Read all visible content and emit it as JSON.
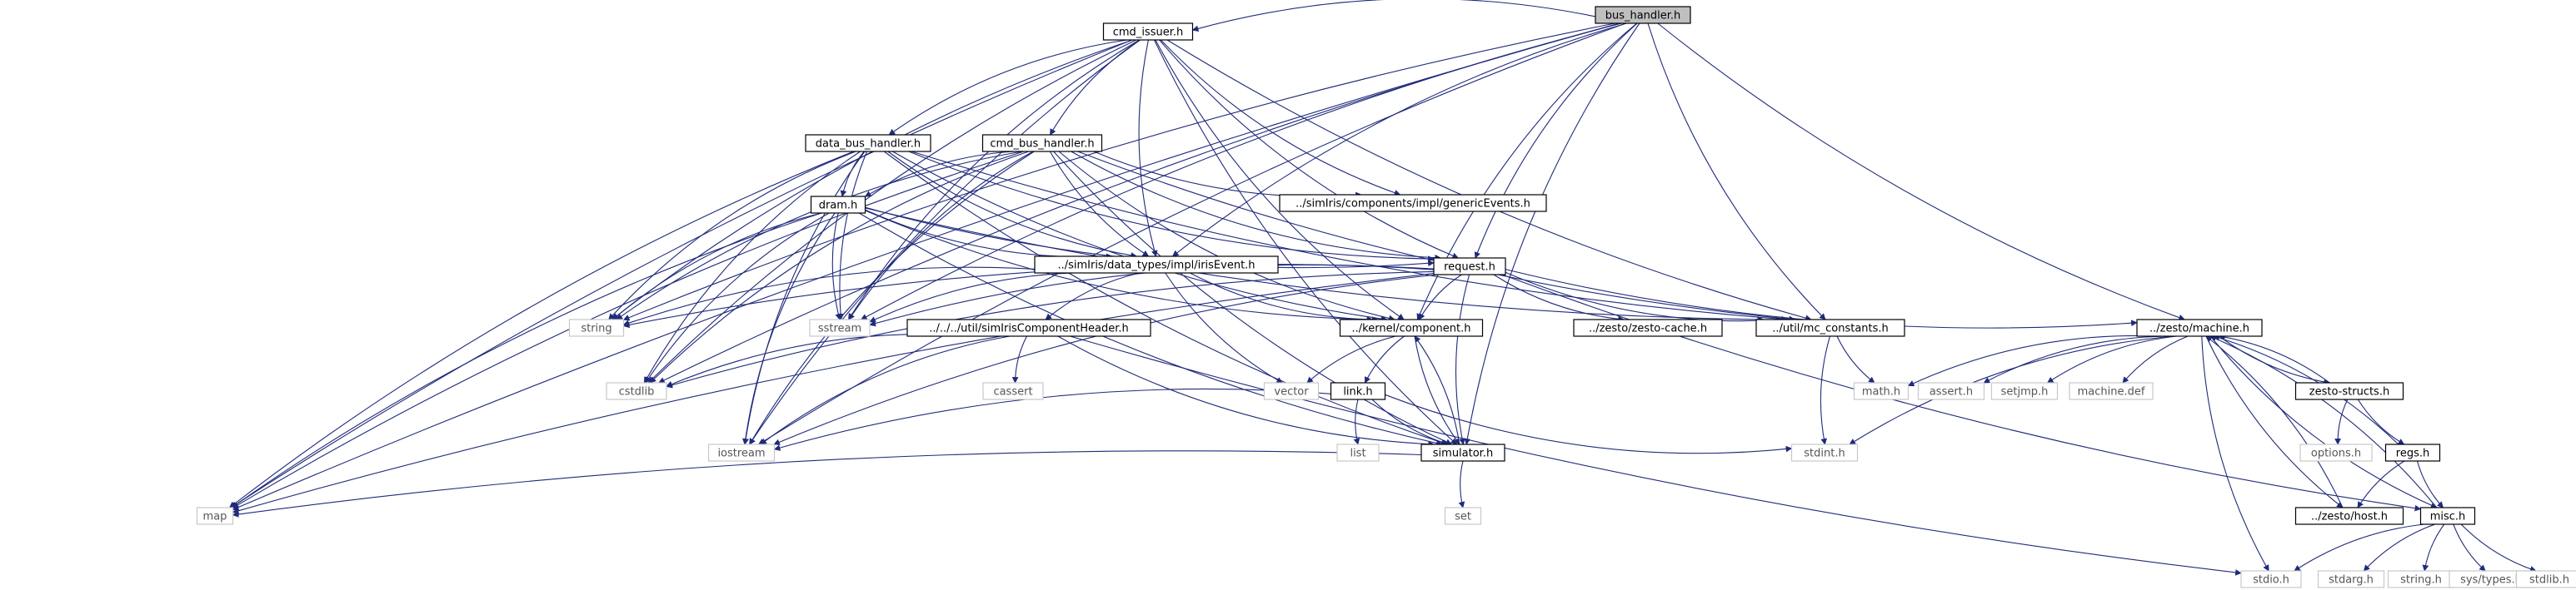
{
  "colors": {
    "edge": "#1f2a7a",
    "root_fill": "#bfbfbf",
    "box_border": "#000000",
    "ext_border": "#c8c8c8",
    "text_main": "#000000",
    "text_ext": "#555555",
    "background": "#ffffff"
  },
  "nodes": [
    {
      "id": "bus_handler",
      "label": "bus_handler.h",
      "style": "root"
    },
    {
      "id": "cmd_issuer",
      "label": "cmd_issuer.h",
      "style": "box"
    },
    {
      "id": "data_bus_handler",
      "label": "data_bus_handler.h",
      "style": "box"
    },
    {
      "id": "cmd_bus_handler",
      "label": "cmd_bus_handler.h",
      "style": "box"
    },
    {
      "id": "genericEvents",
      "label": "../simIris/components/impl/genericEvents.h",
      "style": "box"
    },
    {
      "id": "dram",
      "label": "dram.h",
      "style": "box"
    },
    {
      "id": "irisEvent",
      "label": "../simIris/data_types/impl/irisEvent.h",
      "style": "box"
    },
    {
      "id": "request",
      "label": "request.h",
      "style": "box"
    },
    {
      "id": "string",
      "label": "string",
      "style": "ext"
    },
    {
      "id": "sstream",
      "label": "sstream",
      "style": "ext"
    },
    {
      "id": "simIrisComponentHeader",
      "label": "../../../util/simIrisComponentHeader.h",
      "style": "box"
    },
    {
      "id": "component",
      "label": "../kernel/component.h",
      "style": "box"
    },
    {
      "id": "zesto_cache",
      "label": "../zesto/zesto-cache.h",
      "style": "box"
    },
    {
      "id": "mc_constants",
      "label": "../util/mc_constants.h",
      "style": "box"
    },
    {
      "id": "machine",
      "label": "../zesto/machine.h",
      "style": "box"
    },
    {
      "id": "cstdlib",
      "label": "cstdlib",
      "style": "ext"
    },
    {
      "id": "cassert",
      "label": "cassert",
      "style": "ext"
    },
    {
      "id": "vector",
      "label": "vector",
      "style": "ext"
    },
    {
      "id": "link",
      "label": "link.h",
      "style": "box"
    },
    {
      "id": "math",
      "label": "math.h",
      "style": "ext"
    },
    {
      "id": "assert",
      "label": "assert.h",
      "style": "ext"
    },
    {
      "id": "setjmp",
      "label": "setjmp.h",
      "style": "ext"
    },
    {
      "id": "machine_def",
      "label": "machine.def",
      "style": "ext"
    },
    {
      "id": "zesto_structs",
      "label": "zesto-structs.h",
      "style": "box"
    },
    {
      "id": "iostream",
      "label": "iostream",
      "style": "ext"
    },
    {
      "id": "list",
      "label": "list",
      "style": "ext"
    },
    {
      "id": "simulator",
      "label": "simulator.h",
      "style": "box"
    },
    {
      "id": "stdint",
      "label": "stdint.h",
      "style": "ext"
    },
    {
      "id": "options",
      "label": "options.h",
      "style": "ext"
    },
    {
      "id": "regs",
      "label": "regs.h",
      "style": "box"
    },
    {
      "id": "map",
      "label": "map",
      "style": "ext"
    },
    {
      "id": "set",
      "label": "set",
      "style": "ext"
    },
    {
      "id": "host",
      "label": "../zesto/host.h",
      "style": "box"
    },
    {
      "id": "misc",
      "label": "misc.h",
      "style": "box"
    },
    {
      "id": "stdio",
      "label": "stdio.h",
      "style": "ext"
    },
    {
      "id": "stdarg",
      "label": "stdarg.h",
      "style": "ext"
    },
    {
      "id": "string_h",
      "label": "string.h",
      "style": "ext"
    },
    {
      "id": "sys_types",
      "label": "sys/types.h",
      "style": "ext"
    },
    {
      "id": "stdlib",
      "label": "stdlib.h",
      "style": "ext"
    }
  ],
  "edges": [
    [
      "bus_handler",
      "cmd_issuer"
    ],
    [
      "bus_handler",
      "map"
    ],
    [
      "bus_handler",
      "iostream"
    ],
    [
      "bus_handler",
      "string"
    ],
    [
      "bus_handler",
      "cstdlib"
    ],
    [
      "bus_handler",
      "irisEvent"
    ],
    [
      "bus_handler",
      "request"
    ],
    [
      "bus_handler",
      "component"
    ],
    [
      "bus_handler",
      "mc_constants"
    ],
    [
      "bus_handler",
      "simulator"
    ],
    [
      "bus_handler",
      "sstream"
    ],
    [
      "bus_handler",
      "machine"
    ],
    [
      "cmd_issuer",
      "data_bus_handler"
    ],
    [
      "cmd_issuer",
      "cmd_bus_handler"
    ],
    [
      "cmd_issuer",
      "genericEvents"
    ],
    [
      "cmd_issuer",
      "irisEvent"
    ],
    [
      "cmd_issuer",
      "request"
    ],
    [
      "cmd_issuer",
      "component"
    ],
    [
      "cmd_issuer",
      "mc_constants"
    ],
    [
      "cmd_issuer",
      "string"
    ],
    [
      "cmd_issuer",
      "sstream"
    ],
    [
      "cmd_issuer",
      "cstdlib"
    ],
    [
      "cmd_issuer",
      "map"
    ],
    [
      "cmd_issuer",
      "iostream"
    ],
    [
      "cmd_issuer",
      "simulator"
    ],
    [
      "data_bus_handler",
      "dram"
    ],
    [
      "data_bus_handler",
      "irisEvent"
    ],
    [
      "data_bus_handler",
      "request"
    ],
    [
      "data_bus_handler",
      "component"
    ],
    [
      "data_bus_handler",
      "string"
    ],
    [
      "data_bus_handler",
      "sstream"
    ],
    [
      "data_bus_handler",
      "cstdlib"
    ],
    [
      "data_bus_handler",
      "iostream"
    ],
    [
      "data_bus_handler",
      "map"
    ],
    [
      "data_bus_handler",
      "simulator"
    ],
    [
      "data_bus_handler",
      "mc_constants"
    ],
    [
      "cmd_bus_handler",
      "genericEvents"
    ],
    [
      "cmd_bus_handler",
      "dram"
    ],
    [
      "cmd_bus_handler",
      "irisEvent"
    ],
    [
      "cmd_bus_handler",
      "request"
    ],
    [
      "cmd_bus_handler",
      "component"
    ],
    [
      "cmd_bus_handler",
      "mc_constants"
    ],
    [
      "cmd_bus_handler",
      "string"
    ],
    [
      "cmd_bus_handler",
      "sstream"
    ],
    [
      "cmd_bus_handler",
      "cstdlib"
    ],
    [
      "cmd_bus_handler",
      "iostream"
    ],
    [
      "cmd_bus_handler",
      "map"
    ],
    [
      "cmd_bus_handler",
      "simulator"
    ],
    [
      "dram",
      "irisEvent"
    ],
    [
      "dram",
      "request"
    ],
    [
      "dram",
      "component"
    ],
    [
      "dram",
      "mc_constants"
    ],
    [
      "dram",
      "string"
    ],
    [
      "dram",
      "sstream"
    ],
    [
      "dram",
      "cstdlib"
    ],
    [
      "dram",
      "iostream"
    ],
    [
      "dram",
      "map"
    ],
    [
      "dram",
      "simulator"
    ],
    [
      "irisEvent",
      "simIrisComponentHeader"
    ],
    [
      "irisEvent",
      "component"
    ],
    [
      "irisEvent",
      "vector"
    ],
    [
      "irisEvent",
      "string"
    ],
    [
      "irisEvent",
      "sstream"
    ],
    [
      "request",
      "component"
    ],
    [
      "request",
      "zesto_cache"
    ],
    [
      "request",
      "mc_constants"
    ],
    [
      "request",
      "machine"
    ],
    [
      "request",
      "string"
    ],
    [
      "request",
      "sstream"
    ],
    [
      "request",
      "cstdlib"
    ],
    [
      "request",
      "simulator"
    ],
    [
      "request",
      "iostream"
    ],
    [
      "request",
      "map"
    ],
    [
      "request",
      "misc"
    ],
    [
      "simIrisComponentHeader",
      "cassert"
    ],
    [
      "simIrisComponentHeader",
      "cstdlib"
    ],
    [
      "simIrisComponentHeader",
      "iostream"
    ],
    [
      "simIrisComponentHeader",
      "simulator"
    ],
    [
      "simIrisComponentHeader",
      "stdio"
    ],
    [
      "component",
      "vector"
    ],
    [
      "component",
      "link"
    ],
    [
      "component",
      "simulator"
    ],
    [
      "link",
      "list"
    ],
    [
      "link",
      "simulator"
    ],
    [
      "link",
      "iostream"
    ],
    [
      "link",
      "stdint"
    ],
    [
      "simulator",
      "component"
    ],
    [
      "simulator",
      "map"
    ],
    [
      "simulator",
      "set"
    ],
    [
      "mc_constants",
      "stdint"
    ],
    [
      "mc_constants",
      "math"
    ],
    [
      "machine",
      "math"
    ],
    [
      "machine",
      "assert"
    ],
    [
      "machine",
      "setjmp"
    ],
    [
      "machine",
      "machine_def"
    ],
    [
      "machine",
      "zesto_structs"
    ],
    [
      "machine",
      "stdint"
    ],
    [
      "machine",
      "host"
    ],
    [
      "machine",
      "misc"
    ],
    [
      "machine",
      "stdio"
    ],
    [
      "zesto_structs",
      "machine"
    ],
    [
      "zesto_structs",
      "options"
    ],
    [
      "zesto_structs",
      "regs"
    ],
    [
      "regs",
      "host"
    ],
    [
      "regs",
      "misc"
    ],
    [
      "regs",
      "machine"
    ],
    [
      "host",
      "machine"
    ],
    [
      "misc",
      "stdio"
    ],
    [
      "misc",
      "stdarg"
    ],
    [
      "misc",
      "string_h"
    ],
    [
      "misc",
      "sys_types"
    ],
    [
      "misc",
      "stdlib"
    ],
    [
      "misc",
      "machine"
    ]
  ]
}
